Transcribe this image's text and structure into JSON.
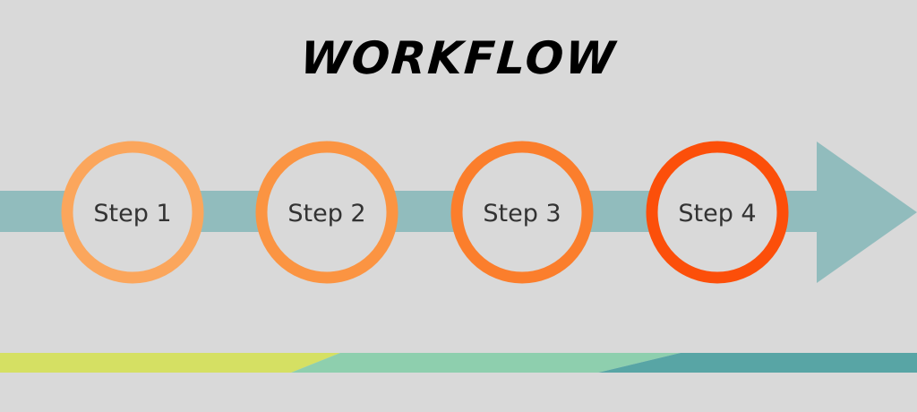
{
  "title": "WORKFLOW",
  "colors": {
    "background": "#d9d9d9",
    "arrow": "#91bcbd",
    "label_text": "#333333",
    "band_1": "#d5e063",
    "band_2": "#8ecfae",
    "band_3": "#58a5a5"
  },
  "steps": [
    {
      "label": "Step 1",
      "color": "#fba65c"
    },
    {
      "label": "Step 2",
      "color": "#fb9442"
    },
    {
      "label": "Step 3",
      "color": "#fb7e2c"
    },
    {
      "label": "Step 4",
      "color": "#fc4f0a"
    }
  ]
}
